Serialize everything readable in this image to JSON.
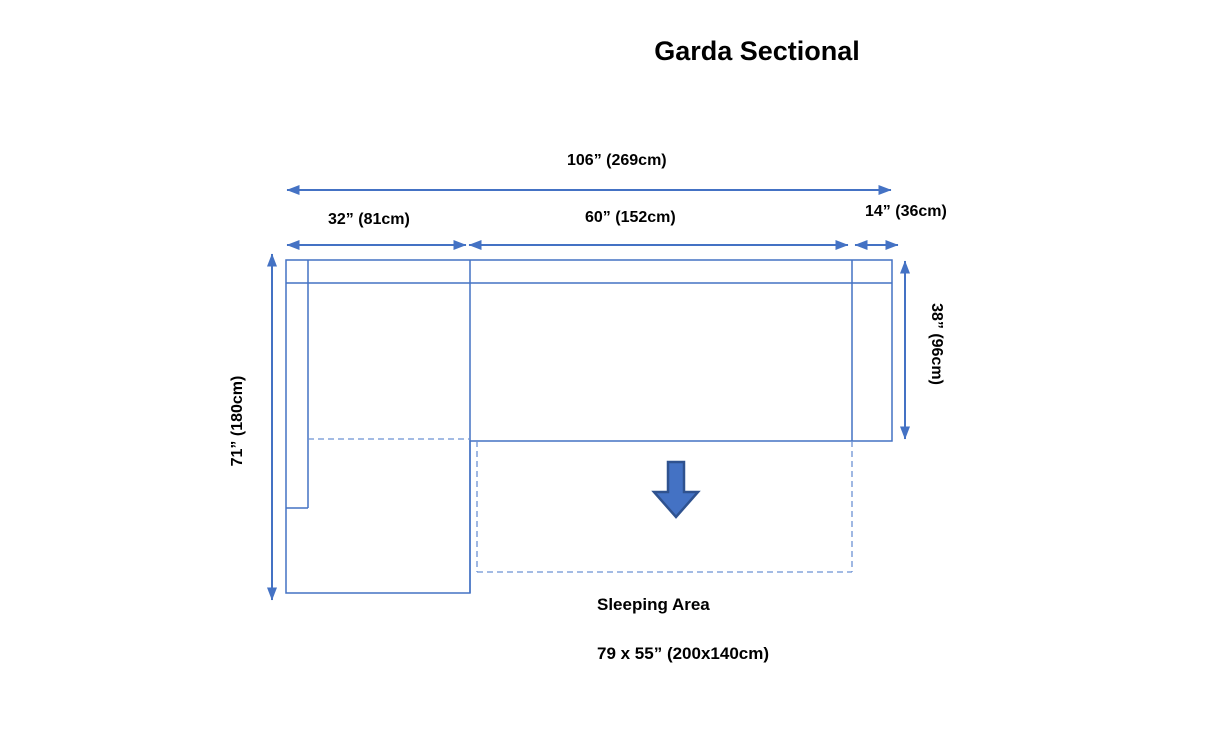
{
  "title": "Garda Sectional",
  "colors": {
    "accent_blue": "#4472C4",
    "dashed_blue": "#6C92D4",
    "arrow_fill": "#4472C4",
    "arrow_border": "#2F528F",
    "text": "#000000"
  },
  "dimensions": {
    "overall_width": "106” (269cm)",
    "chaise_width": "32” (81cm)",
    "seat_width": "60” (152cm)",
    "arm_width": "14” (36cm)",
    "overall_depth": "71” (180cm)",
    "body_depth": "38” (96cm)"
  },
  "sleeping_area": {
    "label": "Sleeping Area",
    "size": "79 x 55” (200x140cm)"
  }
}
